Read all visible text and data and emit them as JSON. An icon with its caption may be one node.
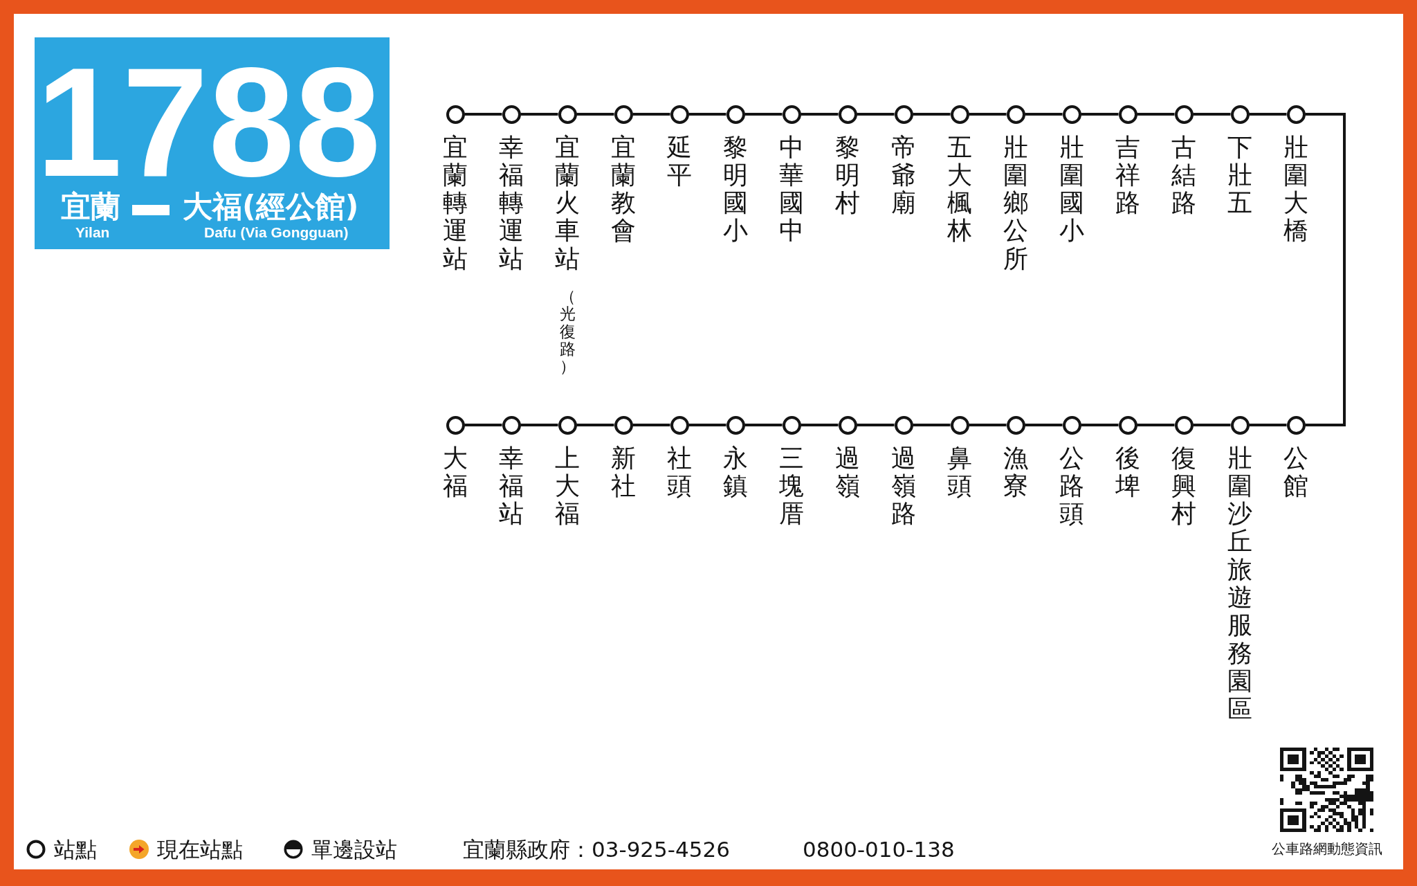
{
  "diagram": {
    "nodes": [
      {
        "text": [
          "1788",
          "宜蘭",
          "大福(經公館)",
          "Yilan",
          "Dafu (Via Gongguan)"
        ]
      },
      {
        "text": [
          "宜蘭轉運站"
        ]
      },
      {
        "text": [
          "幸福轉運站"
        ]
      },
      {
        "text": [
          "宜蘭火車站",
          "（光復路）"
        ]
      },
      {
        "text": [
          "宜蘭教會"
        ]
      },
      {
        "text": [
          "延平"
        ]
      },
      {
        "text": [
          "黎明國小"
        ]
      },
      {
        "text": [
          "中華國中"
        ]
      },
      {
        "text": [
          "黎明村"
        ]
      },
      {
        "text": [
          "帝爺廟"
        ]
      },
      {
        "text": [
          "五大楓林"
        ]
      },
      {
        "text": [
          "壯圍鄉公所"
        ]
      },
      {
        "text": [
          "壯圍國小"
        ]
      },
      {
        "text": [
          "吉祥路"
        ]
      },
      {
        "text": [
          "古結路"
        ]
      },
      {
        "text": [
          "下壯五"
        ]
      },
      {
        "text": [
          "壯圍大橋"
        ]
      },
      {
        "text": [
          "大福"
        ]
      },
      {
        "text": [
          "幸福站"
        ]
      },
      {
        "text": [
          "上大福"
        ]
      },
      {
        "text": [
          "新社"
        ]
      },
      {
        "text": [
          "社頭"
        ]
      },
      {
        "text": [
          "永鎮"
        ]
      },
      {
        "text": [
          "三塊厝"
        ]
      },
      {
        "text": [
          "過嶺"
        ]
      },
      {
        "text": [
          "過嶺路"
        ]
      },
      {
        "text": [
          "鼻頭"
        ]
      },
      {
        "text": [
          "漁寮"
        ]
      },
      {
        "text": [
          "公路頭"
        ]
      },
      {
        "text": [
          "後埤"
        ]
      },
      {
        "text": [
          "復興村"
        ]
      },
      {
        "text": [
          "壯圍沙丘旅遊服務園區"
        ]
      },
      {
        "text": [
          "公館"
        ]
      }
    ],
    "edges": [
      {
        "from": 1,
        "to": 2,
        "arrow": "none"
      },
      {
        "from": 2,
        "to": 3,
        "arrow": "none"
      },
      {
        "from": 3,
        "to": 4,
        "arrow": "none"
      },
      {
        "from": 4,
        "to": 5,
        "arrow": "none"
      },
      {
        "from": 5,
        "to": 6,
        "arrow": "none"
      },
      {
        "from": 6,
        "to": 7,
        "arrow": "none"
      },
      {
        "from": 7,
        "to": 8,
        "arrow": "none"
      },
      {
        "from": 8,
        "to": 9,
        "arrow": "none"
      },
      {
        "from": 9,
        "to": 10,
        "arrow": "none"
      },
      {
        "from": 10,
        "to": 11,
        "arrow": "none"
      },
      {
        "from": 11,
        "to": 12,
        "arrow": "none"
      },
      {
        "from": 12,
        "to": 13,
        "arrow": "none"
      },
      {
        "from": 13,
        "to": 14,
        "arrow": "none"
      },
      {
        "from": 14,
        "to": 15,
        "arrow": "none"
      },
      {
        "from": 15,
        "to": 16,
        "arrow": "none"
      },
      {
        "from": 16,
        "to": 32,
        "arrow": "none"
      },
      {
        "from": 32,
        "to": 31,
        "arrow": "none"
      },
      {
        "from": 31,
        "to": 30,
        "arrow": "none"
      },
      {
        "from": 30,
        "to": 29,
        "arrow": "none"
      },
      {
        "from": 29,
        "to": 28,
        "arrow": "none"
      },
      {
        "from": 28,
        "to": 27,
        "arrow": "none"
      },
      {
        "from": 27,
        "to": 26,
        "arrow": "none"
      },
      {
        "from": 26,
        "to": 25,
        "arrow": "none"
      },
      {
        "from": 25,
        "to": 24,
        "arrow": "none"
      },
      {
        "from": 24,
        "to": 23,
        "arrow": "none"
      },
      {
        "from": 23,
        "to": 22,
        "arrow": "none"
      },
      {
        "from": 22,
        "to": 21,
        "arrow": "none"
      },
      {
        "from": 21,
        "to": 20,
        "arrow": "none"
      },
      {
        "from": 20,
        "to": 19,
        "arrow": "none"
      },
      {
        "from": 19,
        "to": 18,
        "arrow": "none"
      },
      {
        "from": 18,
        "to": 17,
        "arrow": "none"
      }
    ],
    "labels": [
      "宜蘭縣政府：03-925-4526",
      "0800-010-138",
      "公車路網動態資訊"
    ],
    "legend": [
      {
        "text": "站點"
      },
      {
        "text": "現在站點"
      },
      {
        "text": "單邊設站"
      }
    ]
  }
}
